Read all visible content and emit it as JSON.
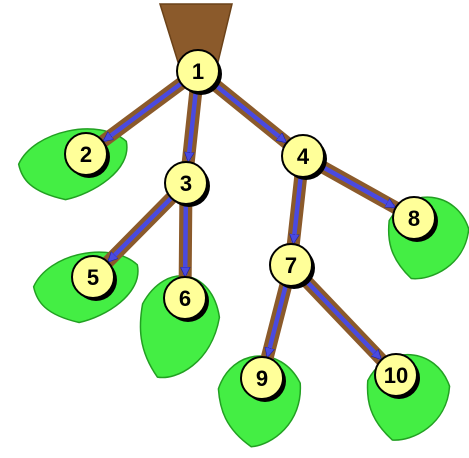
{
  "diagram": {
    "colors": {
      "trunk": "#8b5a2b",
      "trunk_stroke": "#6b4219",
      "branch": "#8b5a2b",
      "edge": "#4a4ae0",
      "edge_stroke": "#1e1e9a",
      "leaf": "#44ee44",
      "leaf_stroke": "#22a022",
      "node_fill": "#ffff99",
      "node_stroke": "#000000"
    },
    "nodes": [
      {
        "id": "1",
        "label": "1",
        "leaf": false
      },
      {
        "id": "2",
        "label": "2",
        "leaf": true
      },
      {
        "id": "3",
        "label": "3",
        "leaf": false
      },
      {
        "id": "4",
        "label": "4",
        "leaf": false
      },
      {
        "id": "5",
        "label": "5",
        "leaf": true
      },
      {
        "id": "6",
        "label": "6",
        "leaf": true
      },
      {
        "id": "7",
        "label": "7",
        "leaf": false
      },
      {
        "id": "8",
        "label": "8",
        "leaf": true
      },
      {
        "id": "9",
        "label": "9",
        "leaf": true
      },
      {
        "id": "10",
        "label": "10",
        "leaf": true
      }
    ],
    "edges": [
      {
        "from": "1",
        "to": "2"
      },
      {
        "from": "1",
        "to": "3"
      },
      {
        "from": "1",
        "to": "4"
      },
      {
        "from": "3",
        "to": "5"
      },
      {
        "from": "3",
        "to": "6"
      },
      {
        "from": "4",
        "to": "7"
      },
      {
        "from": "4",
        "to": "8"
      },
      {
        "from": "7",
        "to": "9"
      },
      {
        "from": "7",
        "to": "10"
      }
    ]
  }
}
